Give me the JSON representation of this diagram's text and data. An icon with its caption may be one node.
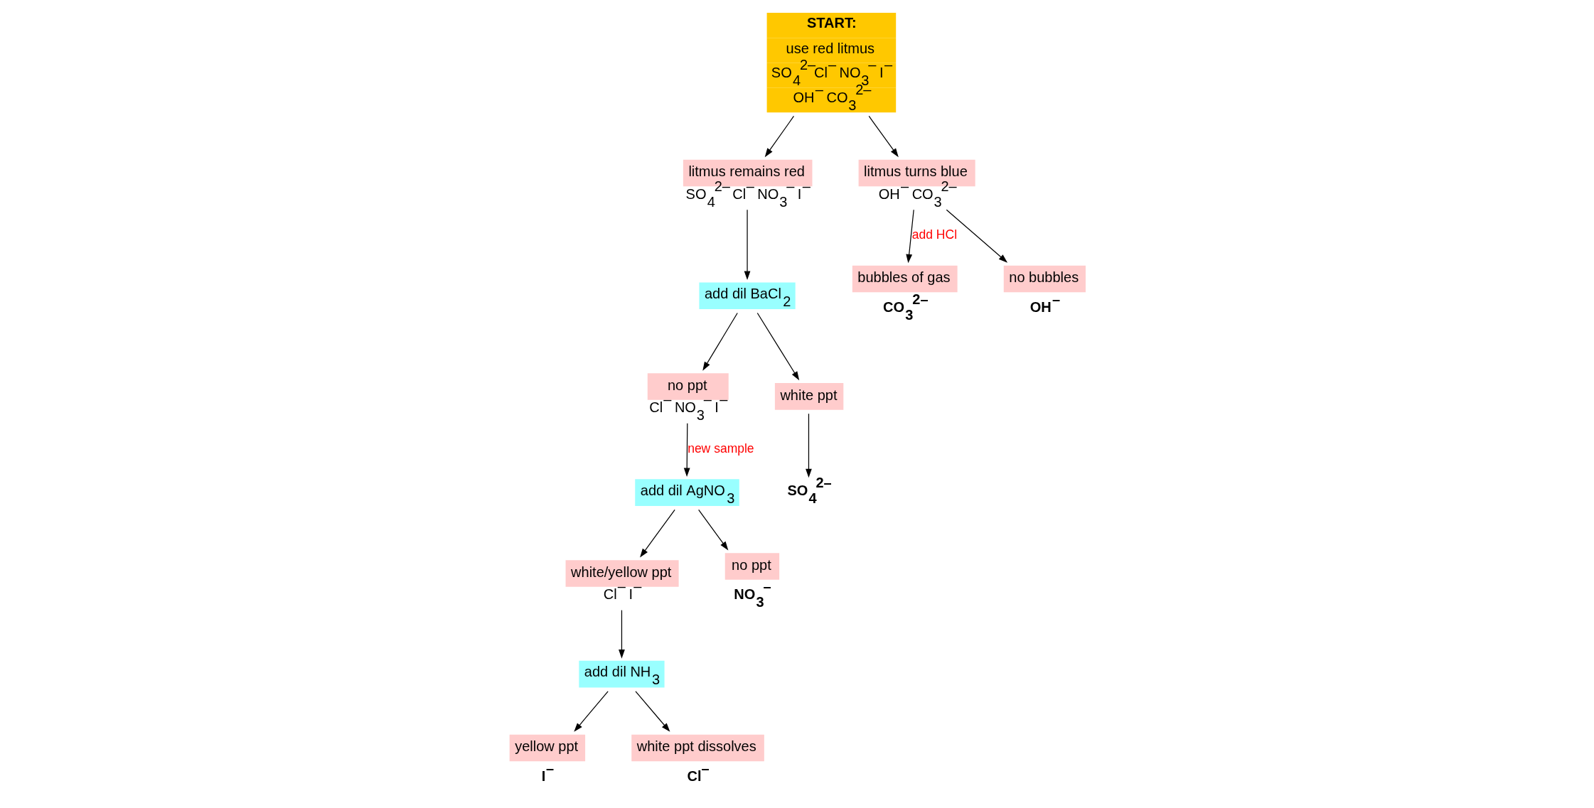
{
  "diagram": {
    "nodes": [
      {
        "text": [
          "litmus remains red",
          "SO$_{4}$$^{2–}$ Cl$^{–}$ NO$_{3}$$^{–}$ I$^{–}$"
        ]
      },
      {
        "text": [
          "add dil BaCl$_{2}$"
        ]
      },
      {
        "text": [
          "no ppt",
          "Cl$^{–}$ NO$_{3}$$^{–}$ I$^{–}$"
        ]
      },
      {
        "text": [
          "START:",
          "use red litmus",
          "SO$_{4}$$^{2–}$Cl$^{–}$ NO$_{3}$$^{–}$ I$^{–}$",
          "OH$^{–}$ CO$_{3}$$^{2–}$"
        ]
      },
      {
        "text": [
          "white ppt"
        ]
      },
      {
        "text": [
          "add dil AgNO$_{3}$"
        ]
      },
      {
        "text": [
          "white/yellow ppt",
          "Cl$^{–}$ I$^{–}$"
        ]
      },
      {
        "text": [
          "litmus turns blue",
          "OH$^{–}$ CO$_{3}$$^{2–}$"
        ]
      },
      {
        "text": [
          "add dil NH$_{3}$"
        ]
      },
      {
        "text": [
          "bubbles of gas"
        ],
        "beside": [
          "CO$_{3}$$^{2–}$"
        ]
      },
      {
        "text": [
          "no bubbles"
        ],
        "beside": [
          "OH$^{–}$"
        ]
      },
      {
        "text": [
          "SO$_{4}$$^{2–}$"
        ]
      },
      {
        "text": [
          "no ppt"
        ],
        "beside": [
          "NO$_{3}$$^{–}$"
        ]
      },
      {
        "text": [
          "yellow ppt"
        ],
        "beside": [
          "I$^{–}$"
        ]
      },
      {
        "text": [
          "white ppt dissolves"
        ],
        "beside": [
          "Cl$^{–}$"
        ]
      }
    ],
    "edges": [
      {
        "from": 3,
        "to": 0,
        "arrow": "to"
      },
      {
        "from": 0,
        "to": 1,
        "arrow": "to"
      },
      {
        "from": 1,
        "to": 2,
        "arrow": "to"
      },
      {
        "from": 1,
        "to": 4,
        "arrow": "to"
      },
      {
        "from": 4,
        "to": 11,
        "arrow": "to"
      },
      {
        "from": 2,
        "to": 5,
        "arrow": "to",
        "label": "new sample"
      },
      {
        "from": 5,
        "to": 6,
        "arrow": "to"
      },
      {
        "from": 5,
        "to": 12,
        "arrow": "to"
      },
      {
        "from": 6,
        "to": 8,
        "arrow": "to"
      },
      {
        "from": 8,
        "to": 13,
        "arrow": "to"
      },
      {
        "from": 8,
        "to": 14,
        "arrow": "to"
      },
      {
        "from": 3,
        "to": 7,
        "arrow": "to"
      },
      {
        "from": 7,
        "to": 9,
        "arrow": "to",
        "label": "add HCl"
      },
      {
        "from": 7,
        "to": 10,
        "arrow": "to"
      }
    ]
  }
}
